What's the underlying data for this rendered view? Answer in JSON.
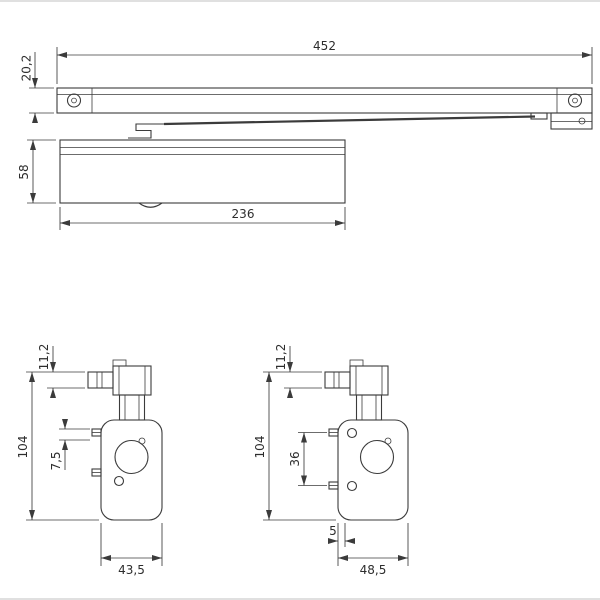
{
  "page": {
    "background_color": "#ffffff",
    "line_color": "#3b3b3b",
    "text_color": "#2d2d2d",
    "description": "Technical dimension drawing of a door closer with slide rail: side view plus two end views"
  },
  "top_view": {
    "dim_rail_length": "452",
    "dim_rail_height": "20,2",
    "dim_body_height": "58",
    "dim_body_length": "236"
  },
  "left_view": {
    "dim_arm_height": "11,2",
    "dim_total_height": "104",
    "dim_hole_offset": "7,5",
    "dim_width": "43,5"
  },
  "right_view": {
    "dim_arm_height": "11,2",
    "dim_total_height": "104",
    "dim_hole_spacing": "36",
    "dim_edge_offset": "5",
    "dim_width": "48,5"
  }
}
